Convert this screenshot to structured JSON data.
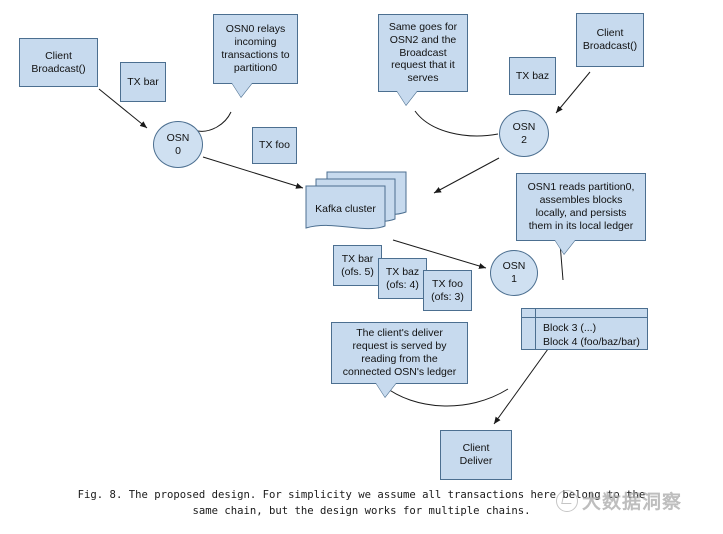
{
  "figure": {
    "background": "#ffffff",
    "node_fill": "#c7daee",
    "node_stroke": "#4c6f90",
    "circle_fill": "#cfe0f1",
    "text_color": "#111111"
  },
  "nodes": {
    "client_broadcast_left": "Client\nBroadcast()",
    "tx_bar": "TX bar",
    "tx_foo": "TX foo",
    "tx_baz": "TX baz",
    "client_broadcast_right": "Client\nBroadcast()",
    "osn0": "OSN\n0",
    "osn1": "OSN\n1",
    "osn2": "OSN\n2",
    "kafka_cluster": "Kafka cluster",
    "tx_bar_ofs": "TX bar\n(ofs. 5)",
    "tx_baz_ofs": "TX baz\n(ofs: 4)",
    "tx_foo_ofs": "TX foo\n(ofs: 3)",
    "client_deliver": "Client\nDeliver"
  },
  "ledger": {
    "rows": [
      "Block 3 (...)",
      "Block 4 (foo/baz/bar)"
    ]
  },
  "callouts": {
    "osn0_relay": "OSN0 relays\nincoming\ntransactions to\npartition0",
    "osn2_same": "Same goes for\nOSN2 and the\nBroadcast\nrequest that it\nserves",
    "osn1_reads": "OSN1 reads partition0,\nassembles blocks\nlocally, and persists\nthem in its local ledger",
    "deliver_note": "The client's deliver\nrequest is served by\nreading from the\nconnected OSN's ledger"
  },
  "caption": {
    "line1": "Fig. 8. The proposed design. For simplicity we assume all transactions here belong to the",
    "line2": "same chain, but the design works for multiple chains."
  },
  "watermark": {
    "text": "大数据洞察"
  }
}
